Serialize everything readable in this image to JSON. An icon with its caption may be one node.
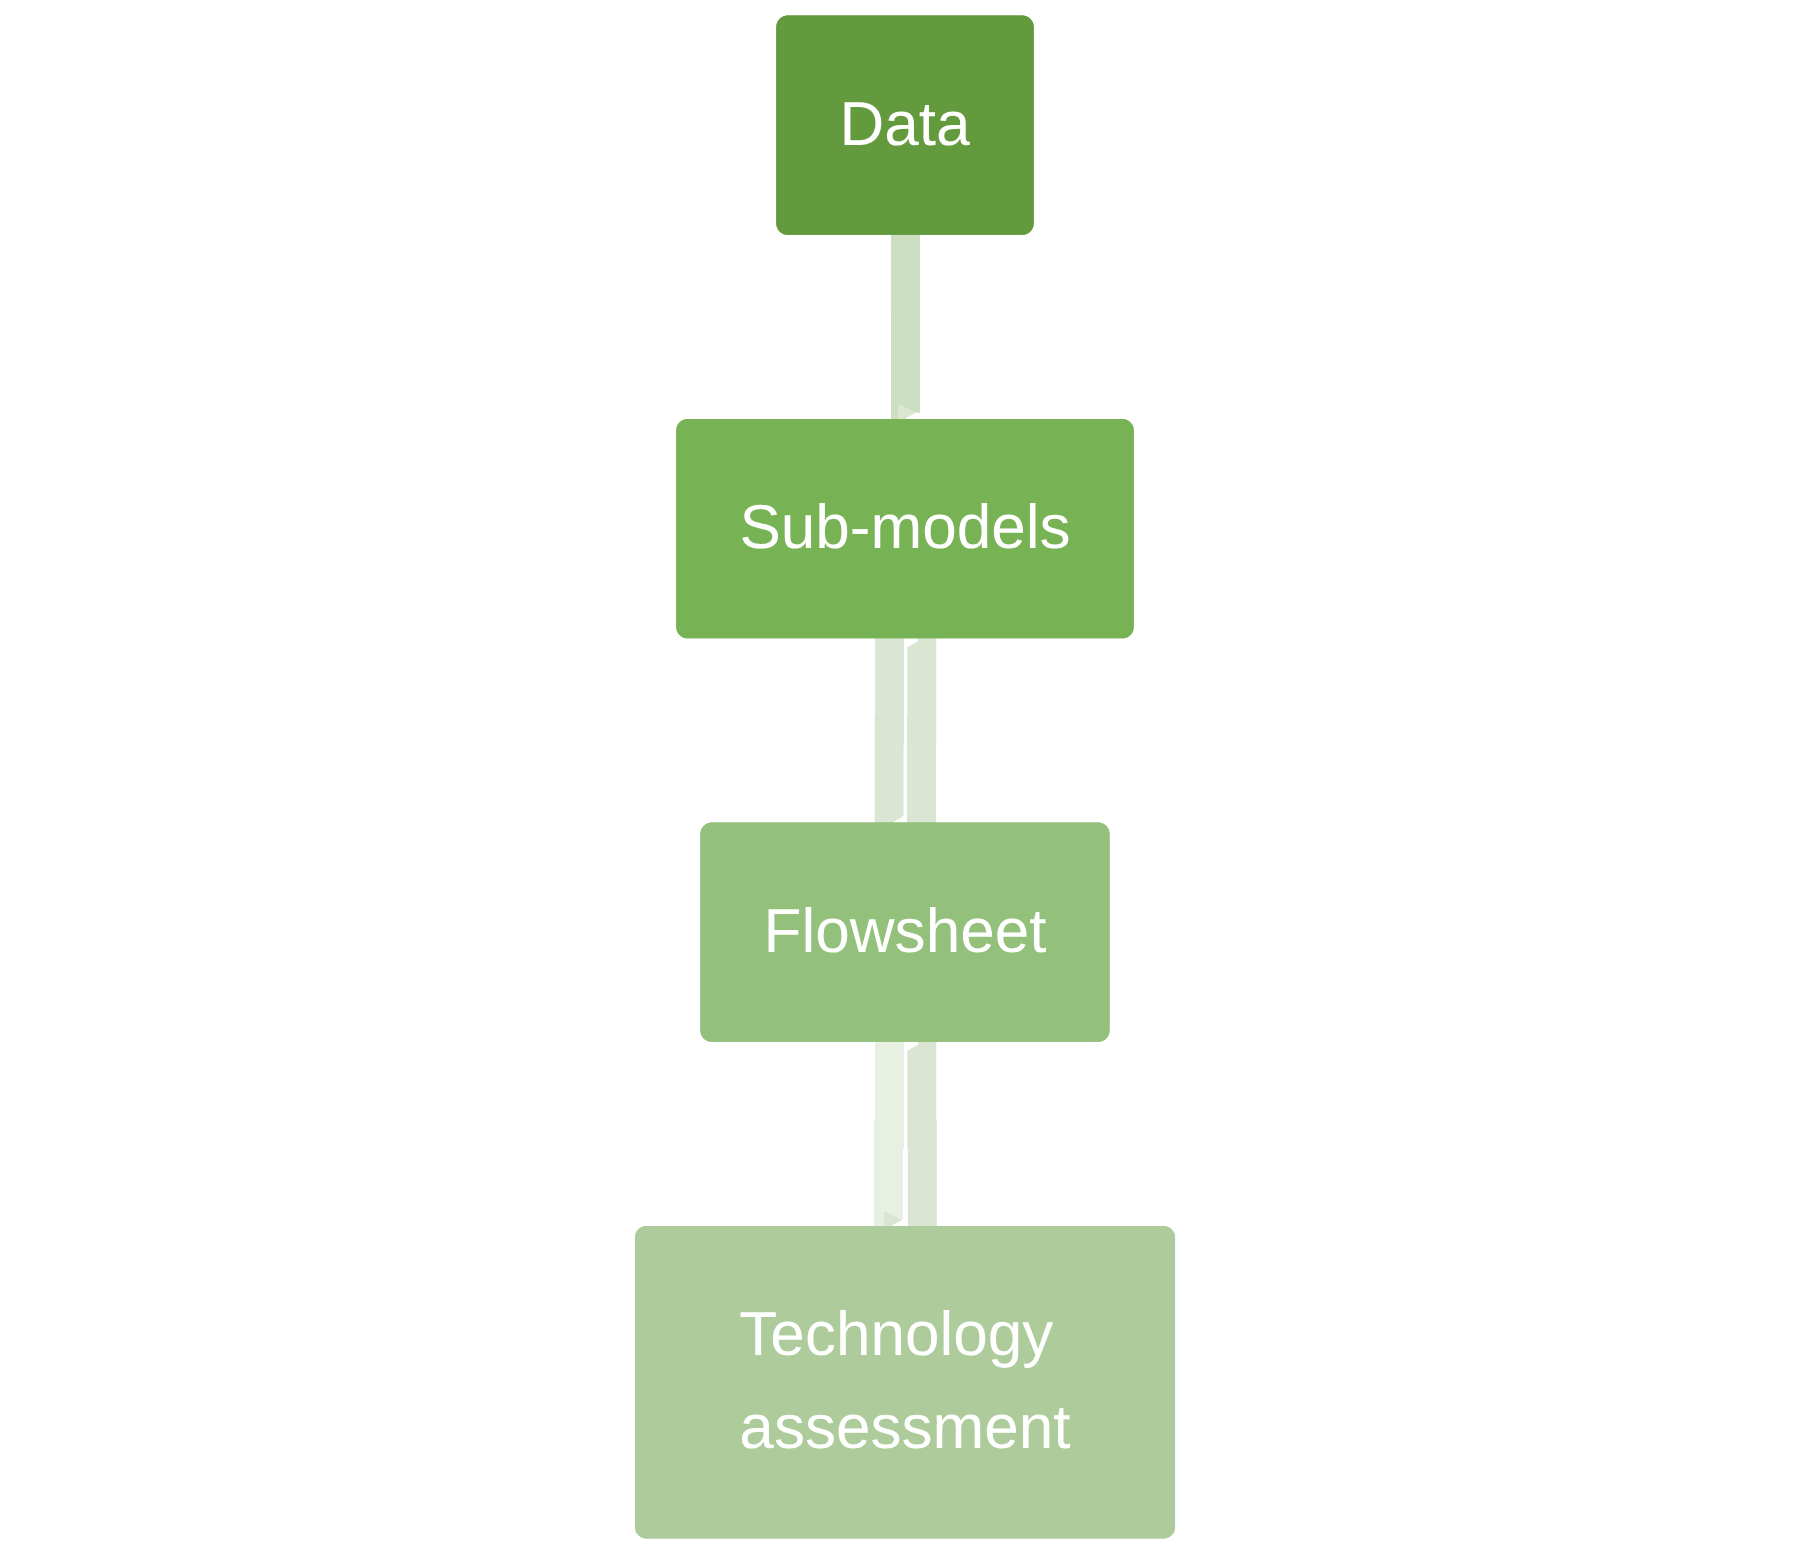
{
  "diagram": {
    "nodes": [
      {
        "text": [
          "Data"
        ]
      },
      {
        "text": [
          "Sub-models"
        ]
      },
      {
        "text": [
          "Flowsheet"
        ]
      },
      {
        "text": [
          "Technology assessment"
        ]
      }
    ],
    "edges": [
      {
        "from": 0,
        "to": 1,
        "arrow": "to",
        "color": "#cddfc3"
      },
      {
        "from": 1,
        "to": 2,
        "arrow": "to"
      },
      {
        "from": 2,
        "to": 1,
        "arrow": "to"
      },
      {
        "from": 2,
        "to": 3,
        "arrow": "to",
        "color": "#e8efe3"
      },
      {
        "from": 3,
        "to": 2,
        "arrow": "to"
      }
    ]
  }
}
